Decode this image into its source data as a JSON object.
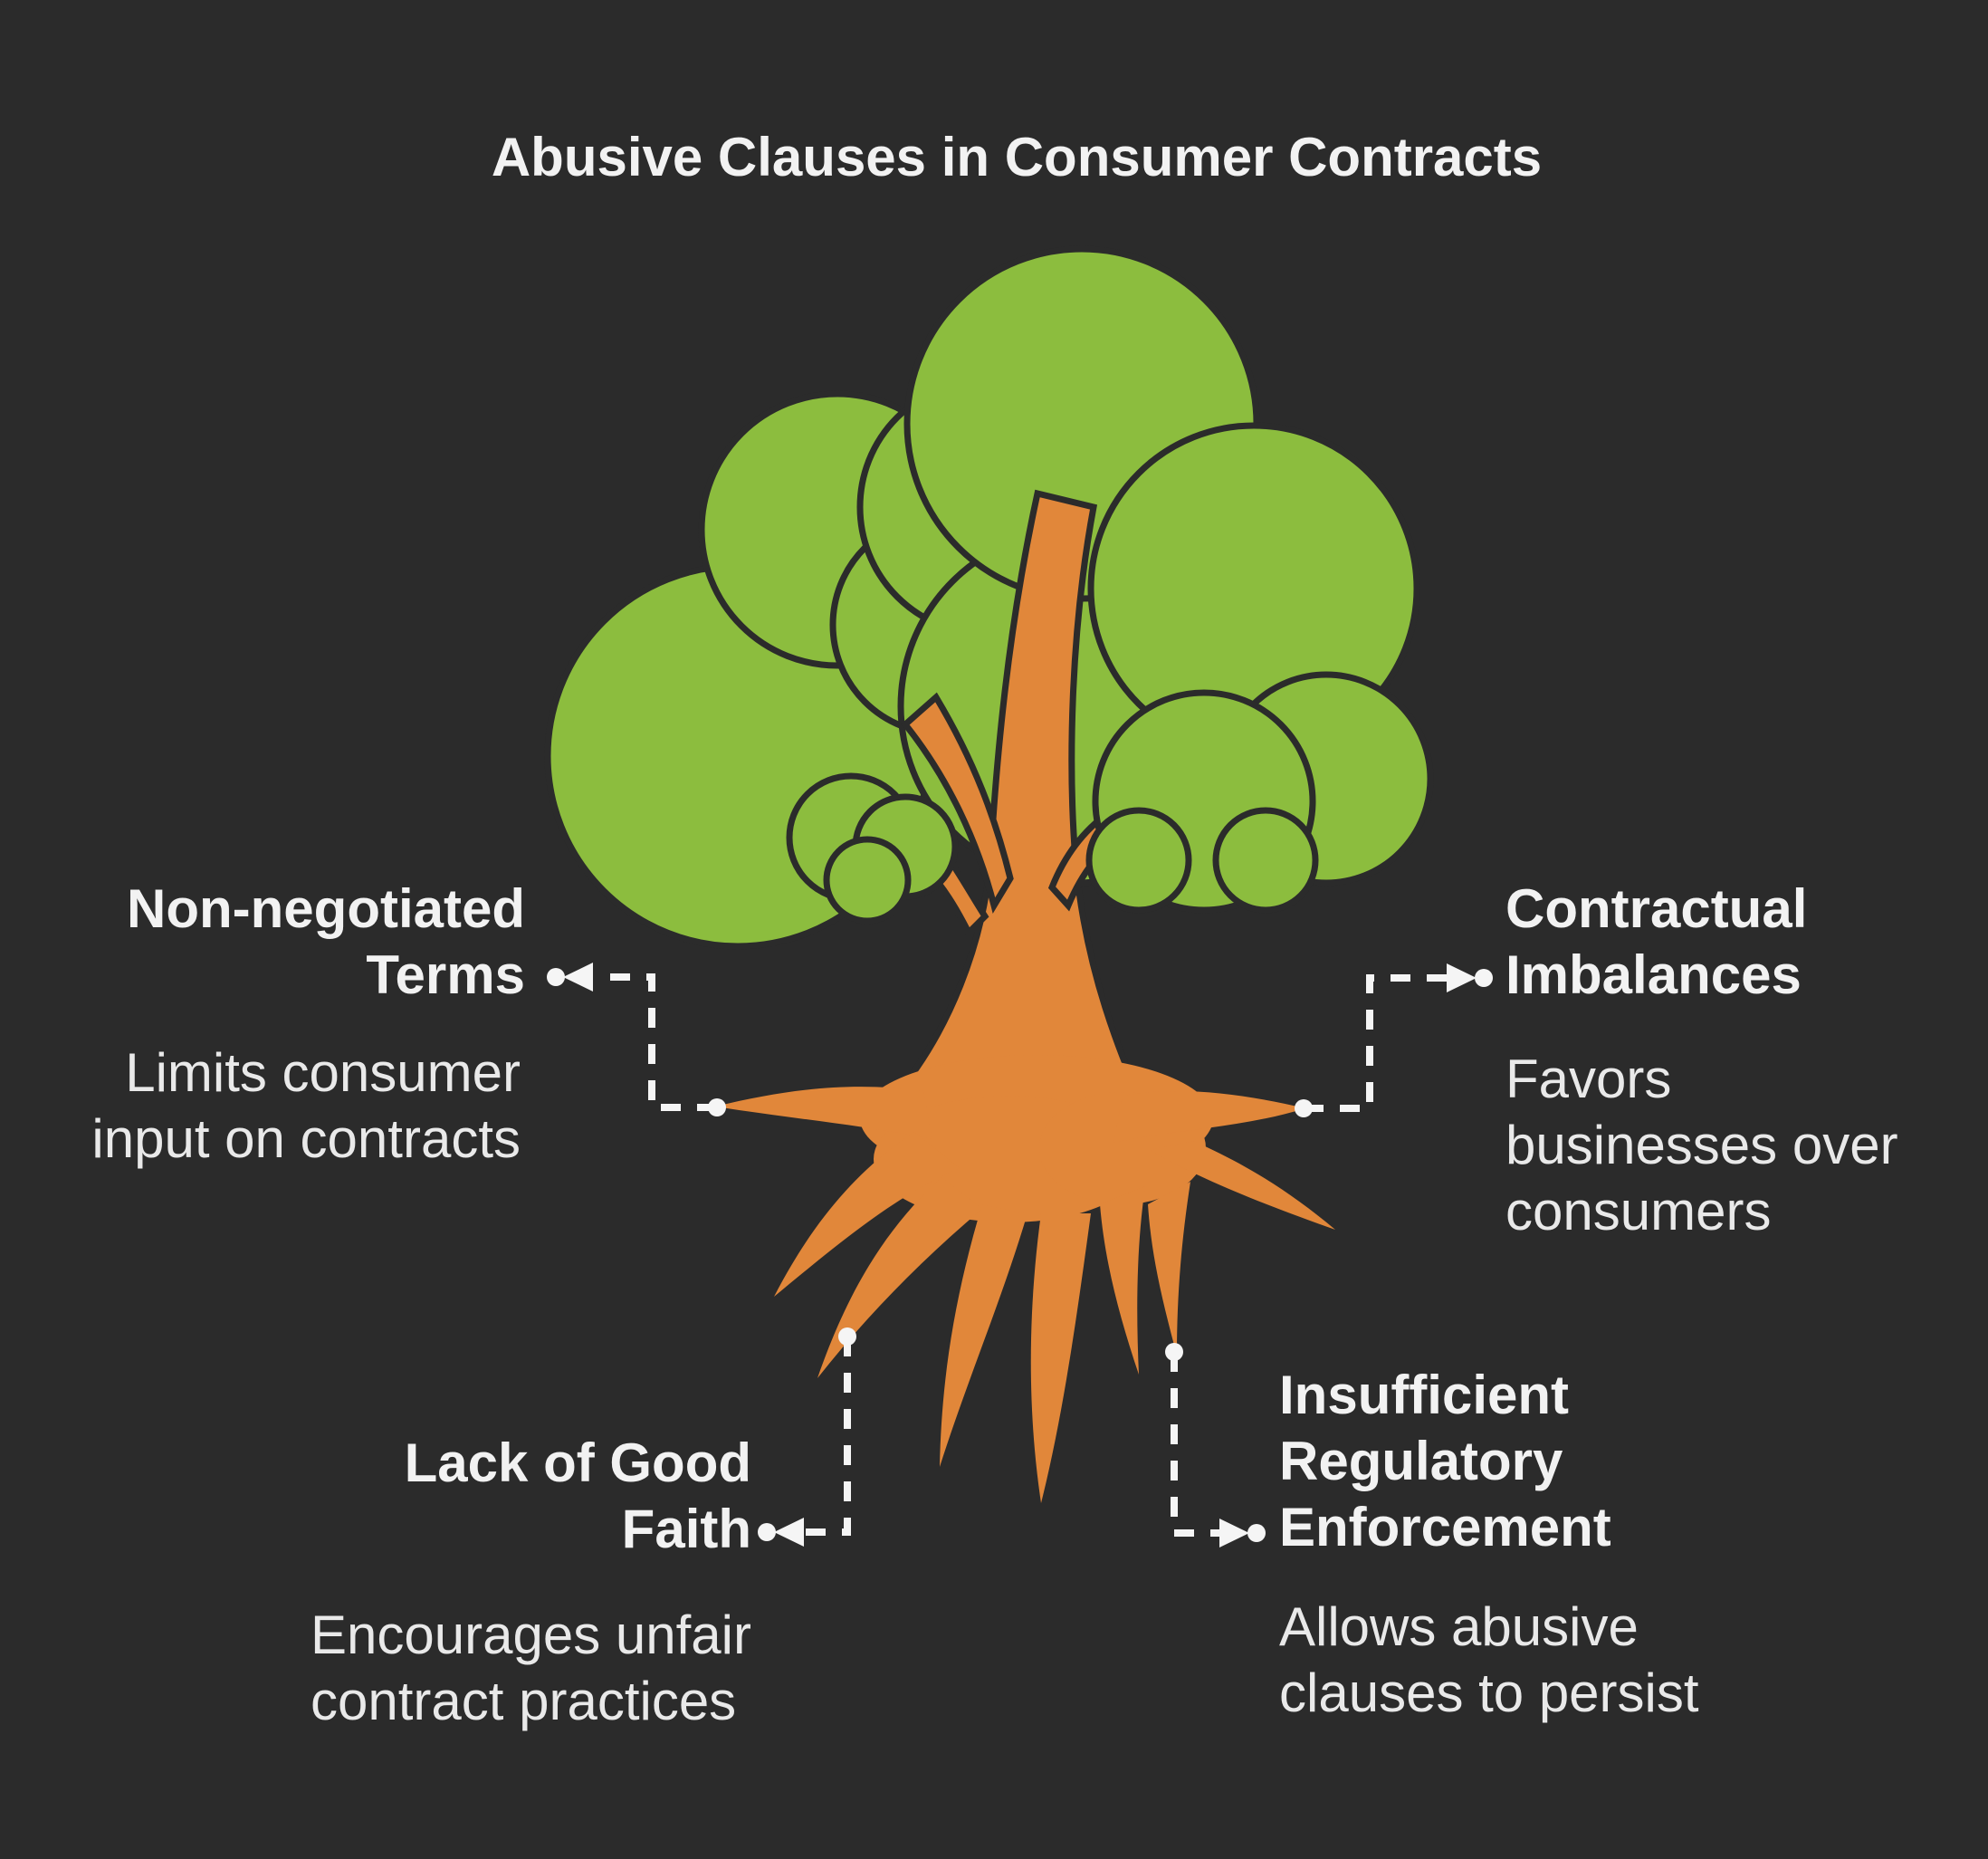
{
  "title": "Abusive Clauses in Consumer Contracts",
  "colors": {
    "background": "#2b2b2b",
    "foliage": "#8cbd3e",
    "trunk": "#e1873a",
    "outline": "#2b2b2b",
    "connector": "#f5f5f5",
    "heading_text": "#f2f2f2",
    "body_text": "#e9e9e9"
  },
  "illustration": {
    "name": "tree-with-roots",
    "description": "Stylized tree with green foliage, orange trunk and exposed orange roots; dashed connectors link four root tips to four labeled causes"
  },
  "callouts": {
    "top_left": {
      "heading_lines": [
        "Non-negotiated",
        "Terms"
      ],
      "body_lines": [
        "Limits consumer",
        "input on contracts"
      ]
    },
    "top_right": {
      "heading_lines": [
        "Contractual",
        "Imbalances"
      ],
      "body_lines": [
        "Favors",
        "businesses over",
        "consumers"
      ]
    },
    "bottom_left": {
      "heading_lines": [
        "Lack of Good",
        "Faith"
      ],
      "body_lines": [
        "Encourages unfair",
        "contract practices"
      ]
    },
    "bottom_right": {
      "heading_lines": [
        "Insufficient",
        "Regulatory",
        "Enforcement"
      ],
      "body_lines": [
        "Allows abusive",
        "clauses to persist"
      ]
    }
  }
}
